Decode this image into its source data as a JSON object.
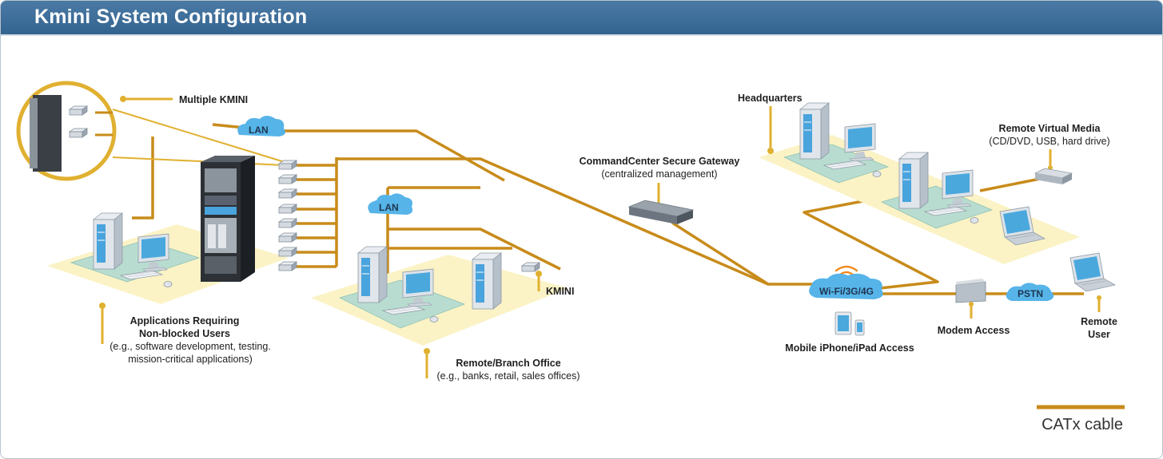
{
  "header": {
    "title": "Kmini System Configuration"
  },
  "labels": {
    "multiple_kmini": "Multiple  KMINI",
    "lan_top": "LAN",
    "lan_branch": "LAN",
    "apps_title_1": "Applications Requiring",
    "apps_title_2": "Non-blocked Users",
    "apps_sub_1": "(e.g., software development, testing.",
    "apps_sub_2": "mission-critical applications)",
    "branch_title": "Remote/Branch Office",
    "branch_sub": "(e.g., banks, retail, sales offices)",
    "kmini": "KMINI",
    "gateway_title": "CommandCenter Secure Gateway",
    "gateway_sub": "(centralized management)",
    "headquarters": "Headquarters",
    "rvm_title": "Remote Virtual Media",
    "rvm_sub": "(CD/DVD, USB, hard drive)",
    "wifi": "Wi-Fi/3G/4G",
    "mobile": "Mobile iPhone/iPad Access",
    "modem": "Modem Access",
    "pstn": "PSTN",
    "remote_user_1": "Remote",
    "remote_user_2": "User"
  },
  "legend": {
    "label": "CATx cable",
    "color": "#c88b1a"
  },
  "colors": {
    "cable": "#c88b1a",
    "cable_highlight": "#e0b030",
    "platform": "#fbf3c6",
    "mat": "#b8ddd0",
    "cloud": "#56b4e8",
    "header": "#3a6a96"
  },
  "icons": [
    "server-rack-icon",
    "kmini-dongle-icon",
    "desktop-tower-icon",
    "monitor-icon",
    "keyboard-icon",
    "mouse-icon",
    "laptop-icon",
    "gateway-appliance-icon",
    "cloud-icon",
    "wifi-signal-icon",
    "tablet-icon",
    "phone-icon",
    "modem-icon",
    "usb-drive-icon",
    "magnifier-icon"
  ]
}
